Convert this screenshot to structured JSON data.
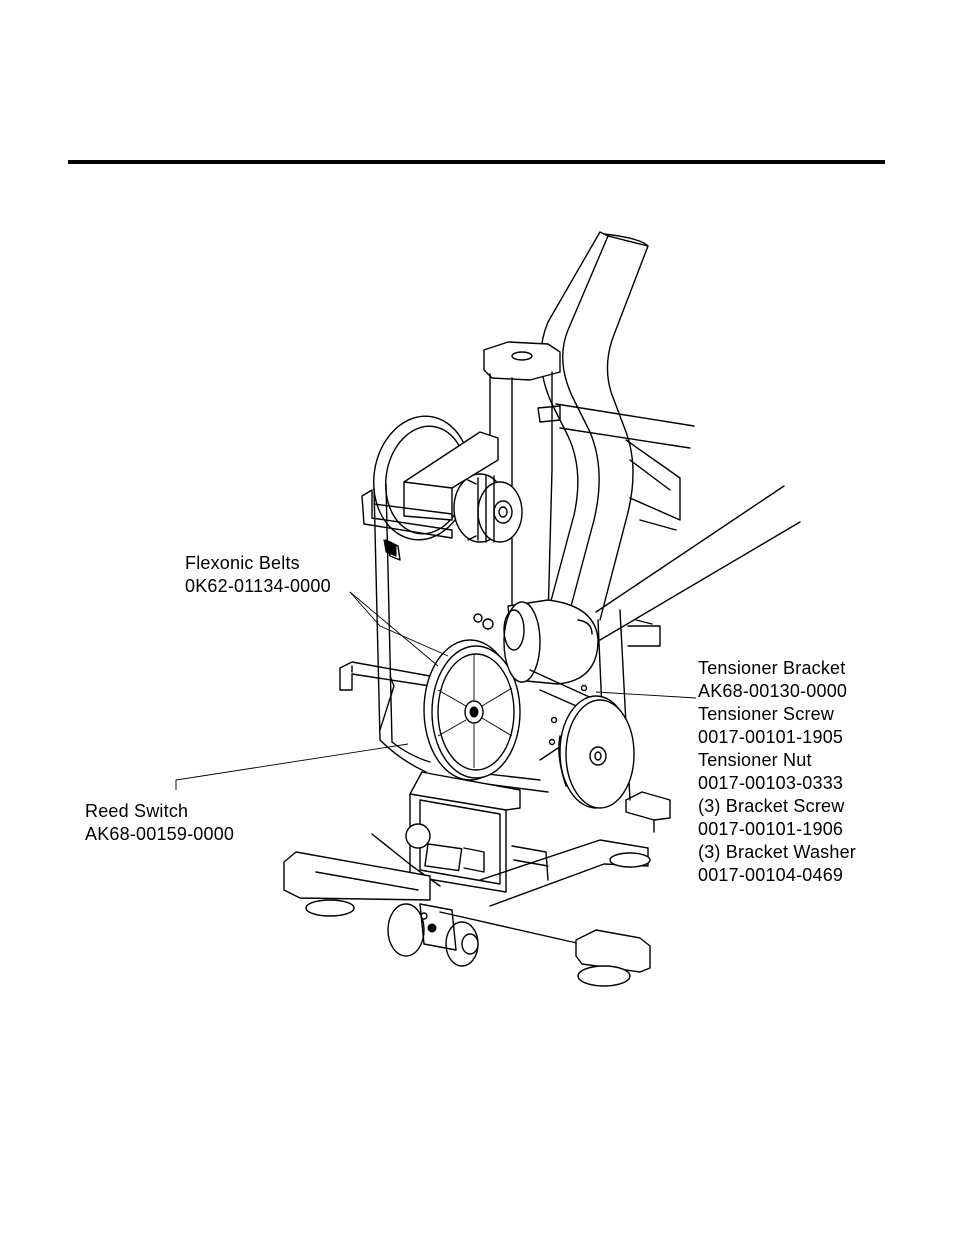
{
  "callouts": {
    "flexonic": {
      "line1": "Flexonic Belts",
      "line2": "0K62-01134-0000"
    },
    "reed": {
      "line1": "Reed Switch",
      "line2": "AK68-00159-0000"
    },
    "tensioner": {
      "lines": [
        "Tensioner Bracket",
        "AK68-00130-0000",
        "Tensioner Screw",
        "0017-00101-1905",
        "Tensioner Nut",
        "0017-00103-0333",
        "(3) Bracket Screw",
        "0017-00101-1906",
        "(3) Bracket Washer",
        "0017-00104-0469"
      ]
    }
  }
}
